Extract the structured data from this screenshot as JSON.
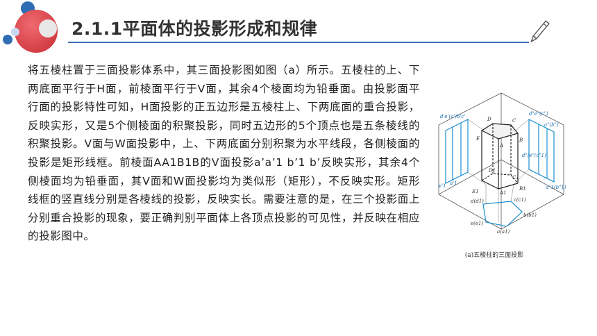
{
  "header": {
    "title": "2.1.1平面体的投影形成和规律"
  },
  "body": {
    "paragraph": "将五棱柱置于三面投影体系中，其三面投影图如图（a）所示。五棱柱的上、下两底面平行于H面，前棱面平行于V面，其余4个棱面均为铅垂面。由投影面平行面的投影特性可知，H面投影的正五边形是五棱柱上、下两底面的重合投影，反映实形，又是5个侧棱面的积聚投影，同时五边形的5个顶点也是五条棱线的积聚投影。V面与W面投影中，上、下两底面分别积聚为水平线段，各侧棱面的投影是矩形线框。前棱面AA1B1B的V面投影a’a’1 b’1 b’反映实形，其余4个侧棱面均为铅垂面，其V面和W面投影均为类似形（矩形），不反映实形。矩形线框的竖直线分别是各棱线的投影，反映实长。需要注意的是，在三个投影面上分别重合投影的现象，要正确判别平面体上各顶点投影的可见性，并反映在相应的投影图中。"
  },
  "figure": {
    "caption": "(a)五棱柱的三面投影",
    "labels": {
      "D": "D",
      "C": "C",
      "E": "E",
      "A": "A",
      "B": "B",
      "D1": "D1",
      "C1": "C1",
      "E1": "E1",
      "A1": "A1",
      "B1": "B1",
      "v_top": "d'e'(a')b'c'",
      "v_bl": "e'1",
      "v_b": "a'1",
      "w_top": "d\"e\"(c\")",
      "w_r": "a\"(b\")",
      "w_m": "d\"(e\"(c\"1)",
      "w_b": "a\"1(b\"1)",
      "h_d": "d(d1)",
      "h_c": "c(c1)",
      "h_e": "e(e1)",
      "h_b": "b(b1)",
      "h_a": "a(a1)"
    }
  },
  "colors": {
    "accent": "#3c6fb6",
    "deco_red": "#d8333b",
    "deco_blue": "#2f6db5",
    "projection_blue": "#1a8fd0"
  },
  "icons": [
    "pencil-icon"
  ]
}
